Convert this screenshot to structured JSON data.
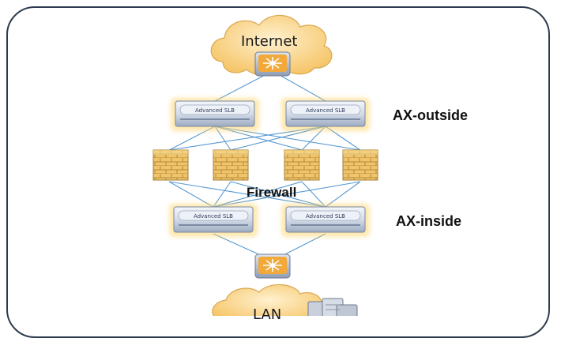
{
  "diagram": {
    "cloud_top_label": "Internet",
    "cloud_bottom_label": "LAN",
    "tier_outside_label": "AX-outside",
    "tier_inside_label": "AX-inside",
    "firewall_label": "Firewall",
    "slb_label": "Advanced SLB",
    "colors": {
      "frame": "#2e3b4e",
      "cloud": "#fbd88c",
      "link": "#3a87c8",
      "brick": "#f1c46a",
      "device_body": "#c9d3e3"
    },
    "icons": [
      "cloud-icon",
      "router-icon",
      "load-balancer-icon",
      "firewall-icon",
      "server-icon"
    ]
  }
}
